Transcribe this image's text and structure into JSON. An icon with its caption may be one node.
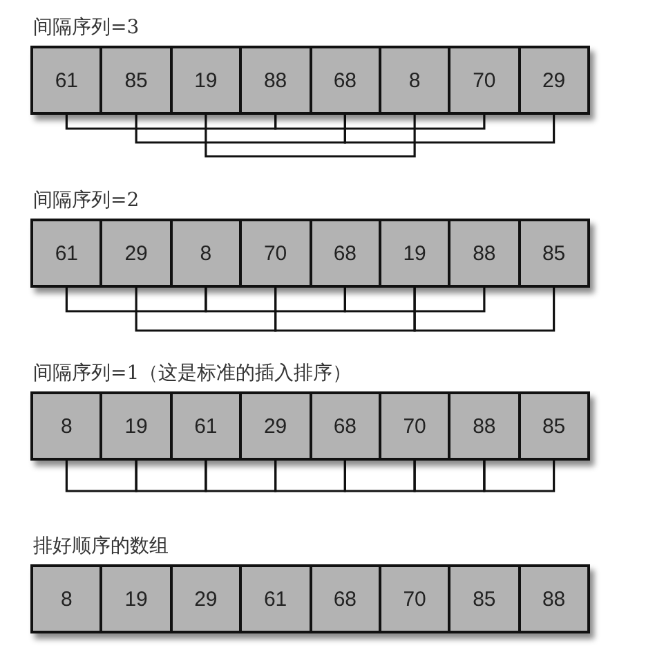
{
  "diagram": {
    "nodes": [
      {
        "text": [
          "间隔序列=3"
        ]
      },
      {
        "text": [
          "61"
        ],
        "in": 0
      },
      {
        "text": [
          "85"
        ],
        "in": 0
      },
      {
        "text": [
          "19"
        ],
        "in": 0
      },
      {
        "text": [
          "88"
        ],
        "in": 0
      },
      {
        "text": [
          "68"
        ],
        "in": 0
      },
      {
        "text": [
          "8"
        ],
        "in": 0
      },
      {
        "text": [
          "70"
        ],
        "in": 0
      },
      {
        "text": [
          "29"
        ],
        "in": 0
      },
      {
        "text": [
          "间隔序列=2"
        ]
      },
      {
        "text": [
          "61"
        ],
        "in": 9
      },
      {
        "text": [
          "29"
        ],
        "in": 9
      },
      {
        "text": [
          "8"
        ],
        "in": 9
      },
      {
        "text": [
          "70"
        ],
        "in": 9
      },
      {
        "text": [
          "68"
        ],
        "in": 9
      },
      {
        "text": [
          "19"
        ],
        "in": 9
      },
      {
        "text": [
          "88"
        ],
        "in": 9
      },
      {
        "text": [
          "85"
        ],
        "in": 9
      },
      {
        "text": [
          "间隔序列=1（这是标准的插入排序）"
        ]
      },
      {
        "text": [
          "8"
        ],
        "in": 18
      },
      {
        "text": [
          "19"
        ],
        "in": 18
      },
      {
        "text": [
          "61"
        ],
        "in": 18
      },
      {
        "text": [
          "29"
        ],
        "in": 18
      },
      {
        "text": [
          "68"
        ],
        "in": 18
      },
      {
        "text": [
          "70"
        ],
        "in": 18
      },
      {
        "text": [
          "88"
        ],
        "in": 18
      },
      {
        "text": [
          "85"
        ],
        "in": 18
      },
      {
        "text": [
          "排好顺序的数组"
        ]
      },
      {
        "text": [
          "8"
        ],
        "in": 27
      },
      {
        "text": [
          "19"
        ],
        "in": 27
      },
      {
        "text": [
          "29"
        ],
        "in": 27
      },
      {
        "text": [
          "61"
        ],
        "in": 27
      },
      {
        "text": [
          "68"
        ],
        "in": 27
      },
      {
        "text": [
          "70"
        ],
        "in": 27
      },
      {
        "text": [
          "85"
        ],
        "in": 27
      },
      {
        "text": [
          "88"
        ],
        "in": 27
      }
    ],
    "edges": [
      {
        "from": 1,
        "to": 4,
        "arrow": "none"
      },
      {
        "from": 4,
        "to": 7,
        "arrow": "none"
      },
      {
        "from": 2,
        "to": 5,
        "arrow": "none"
      },
      {
        "from": 5,
        "to": 8,
        "arrow": "none"
      },
      {
        "from": 3,
        "to": 6,
        "arrow": "none"
      },
      {
        "from": 10,
        "to": 12,
        "arrow": "none"
      },
      {
        "from": 12,
        "to": 14,
        "arrow": "none"
      },
      {
        "from": 14,
        "to": 16,
        "arrow": "none"
      },
      {
        "from": 11,
        "to": 13,
        "arrow": "none"
      },
      {
        "from": 13,
        "to": 15,
        "arrow": "none"
      },
      {
        "from": 15,
        "to": 17,
        "arrow": "none"
      },
      {
        "from": 19,
        "to": 20,
        "arrow": "none"
      },
      {
        "from": 20,
        "to": 21,
        "arrow": "none"
      },
      {
        "from": 21,
        "to": 22,
        "arrow": "none"
      },
      {
        "from": 22,
        "to": 23,
        "arrow": "none"
      },
      {
        "from": 23,
        "to": 24,
        "arrow": "none"
      },
      {
        "from": 24,
        "to": 25,
        "arrow": "none"
      },
      {
        "from": 25,
        "to": 26,
        "arrow": "none"
      }
    ]
  }
}
